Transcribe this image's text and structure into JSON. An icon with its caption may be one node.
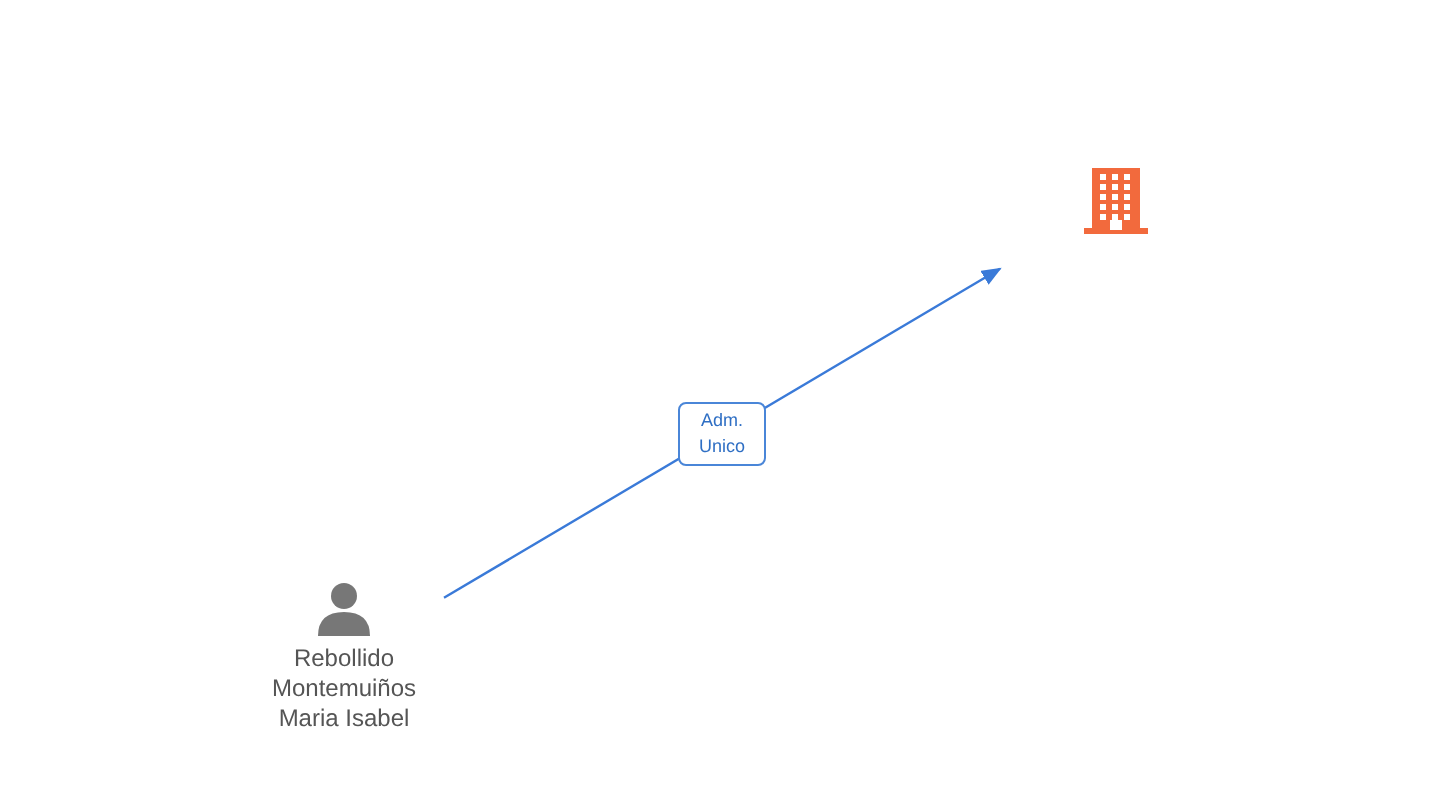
{
  "diagram": {
    "nodes": [
      {
        "text": [
          "Rebollido Montemuiños Maria Isabel"
        ]
      },
      {
        "text": [],
        "shape": "building"
      }
    ],
    "edges": [
      {
        "from": 0,
        "to": 1,
        "arrow": "to",
        "label": "Adm. Unico"
      }
    ]
  }
}
